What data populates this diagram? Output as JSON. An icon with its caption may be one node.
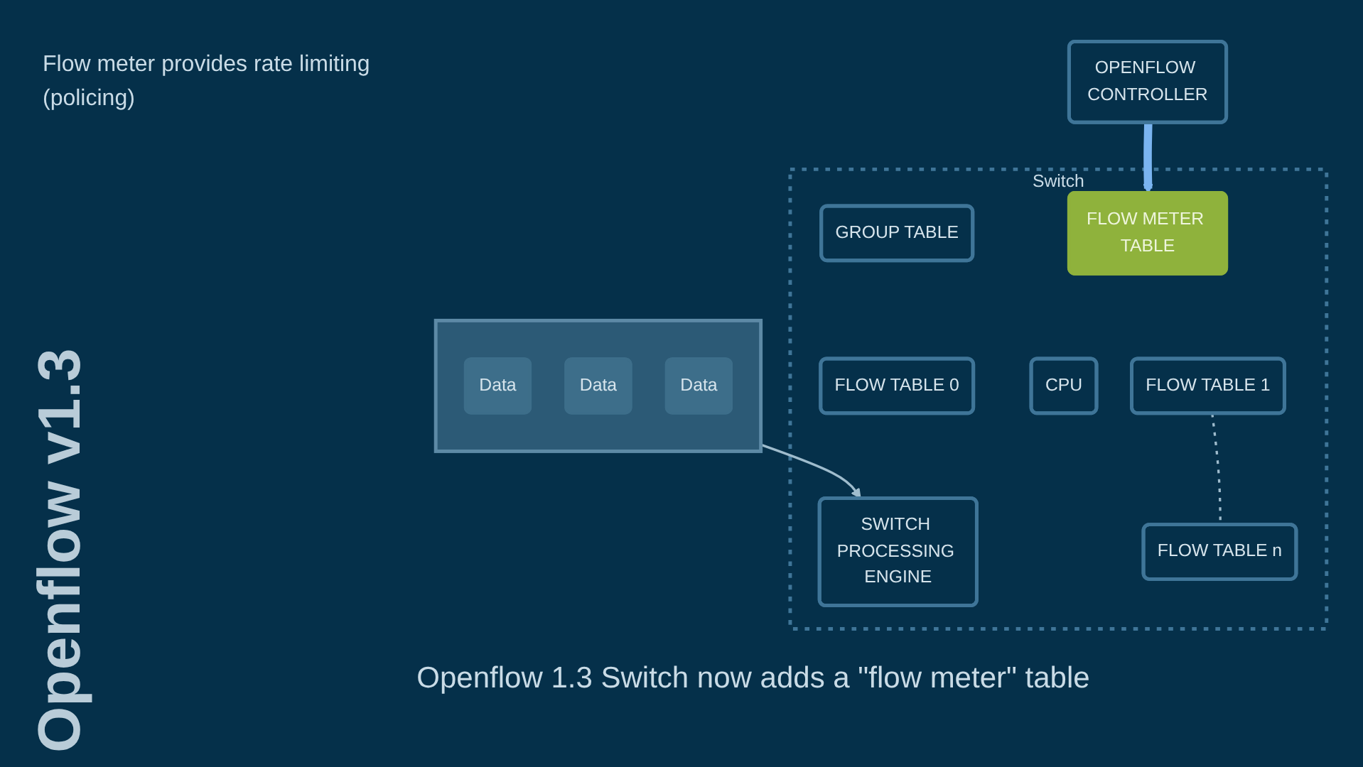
{
  "diagram": {
    "title": "Openflow v1.3",
    "caption": "Openflow 1.3 Switch now adds a \"flow meter\" table",
    "nodes": [
      {
        "text": [
          "OPENFLOW CONTROLLER"
        ]
      },
      {
        "text": [
          "Switch"
        ]
      },
      {
        "text": [
          "GROUP TABLE"
        ],
        "in": 1
      },
      {
        "text": [
          "FLOW METER TABLE"
        ],
        "in": 1
      },
      {
        "text": [
          "FLOW TABLE 0"
        ],
        "in": 1
      },
      {
        "text": [
          "FLOW TABLE 1"
        ],
        "in": 1
      },
      {
        "text": [
          "FLOW TABLE n"
        ],
        "in": 1
      },
      {
        "text": [
          "CPU"
        ],
        "in": 1
      },
      {
        "text": [
          "SWITCH PROCESSING ENGINE"
        ],
        "in": 1
      },
      {
        "text": [],
        "shape": "box"
      },
      {
        "text": [
          "Data"
        ],
        "in": 9
      },
      {
        "text": [
          "Data"
        ],
        "in": 9
      },
      {
        "text": [
          "Data"
        ],
        "in": 9
      }
    ],
    "edges": [
      {
        "from": 0,
        "to": 3,
        "arrow": "to",
        "style": "thick",
        "color": "#7ab4f0"
      },
      {
        "from": 5,
        "to": 6,
        "arrow": "none",
        "style": "dashed"
      },
      {
        "from": 9,
        "to": 8,
        "arrow": "to"
      }
    ],
    "labels": [
      "Flow meter provides rate limiting (policing)"
    ]
  }
}
